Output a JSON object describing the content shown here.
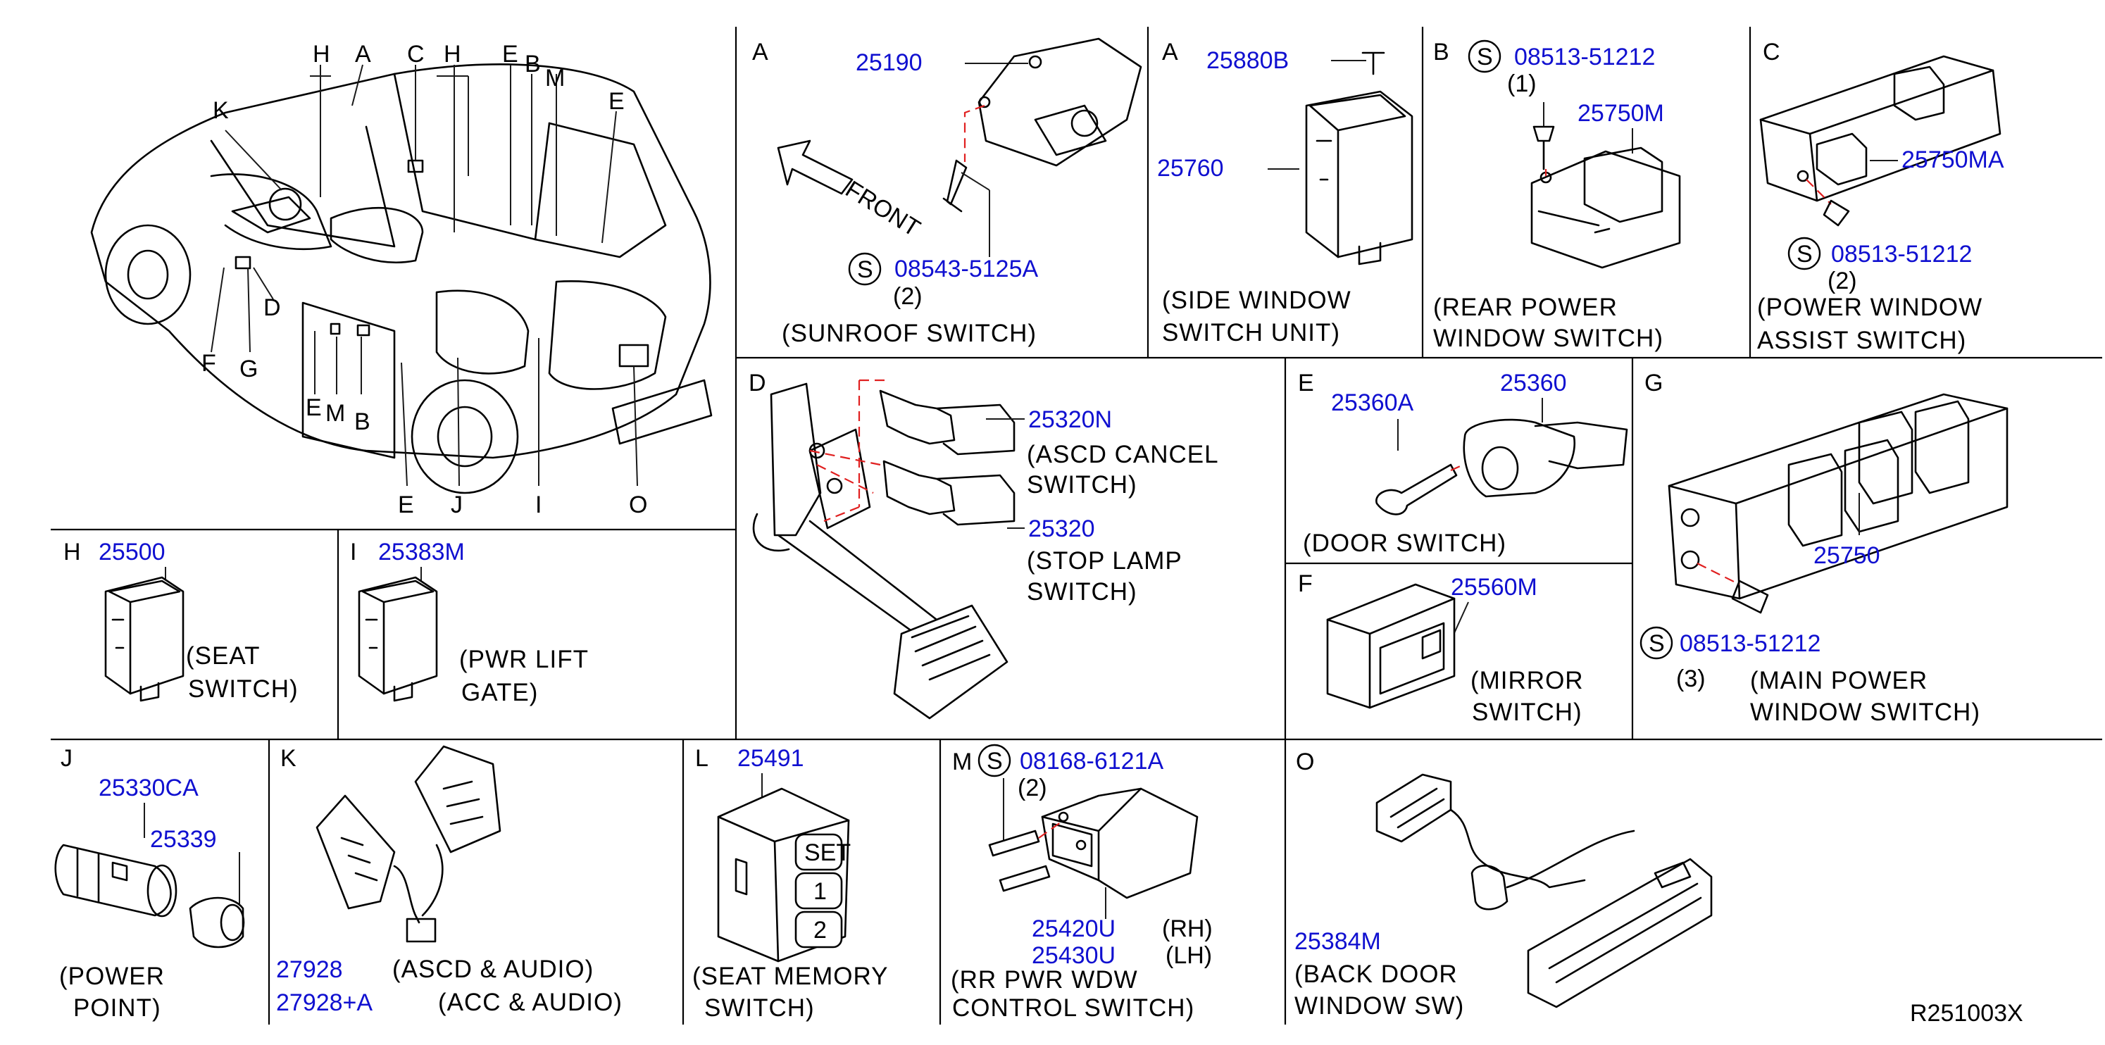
{
  "letters": {
    "A": "A",
    "B": "B",
    "C": "C",
    "D": "D",
    "E": "E",
    "F": "F",
    "G": "G",
    "H": "H",
    "I": "I",
    "J": "J",
    "K": "K",
    "L": "L",
    "M": "M",
    "O": "O",
    "S": "S"
  },
  "car_callouts": {
    "top": [
      "H",
      "A",
      "C",
      "H",
      "E",
      "B",
      "M",
      "E"
    ],
    "left": [
      "K"
    ],
    "bottom": [
      "F",
      "G",
      "D",
      "E",
      "M",
      "B",
      "E",
      "J",
      "I",
      "O"
    ]
  },
  "panels": {
    "A1": {
      "letter": "A",
      "parts": [
        "25190",
        "08543-5125A"
      ],
      "qty": "(2)",
      "front": "FRONT",
      "caption": [
        "(SUNROOF  SWITCH)"
      ]
    },
    "A2": {
      "letter": "A",
      "parts": [
        "25880B",
        "25760"
      ],
      "caption": [
        "(SIDE  WINDOW",
        "SWITCH  UNIT)"
      ]
    },
    "B": {
      "letter": "B",
      "parts": [
        "08513-51212",
        "25750M"
      ],
      "qty": "(1)",
      "caption": [
        "(REAR  POWER",
        "WINDOW  SWITCH)"
      ]
    },
    "C": {
      "letter": "C",
      "parts": [
        "25750MA",
        "08513-51212"
      ],
      "qty": "(2)",
      "caption": [
        "(POWER  WINDOW",
        "ASSIST  SWITCH)"
      ]
    },
    "D": {
      "letter": "D",
      "parts": [
        "25320N",
        "25320"
      ],
      "caption": [
        "(ASCD  CANCEL",
        "SWITCH)",
        "(STOP  LAMP",
        "SWITCH)"
      ]
    },
    "E": {
      "letter": "E",
      "parts": [
        "25360A",
        "25360"
      ],
      "caption": [
        "(DOOR  SWITCH)"
      ]
    },
    "F": {
      "letter": "F",
      "parts": [
        "25560M"
      ],
      "caption": [
        "(MIRROR",
        "SWITCH)"
      ]
    },
    "G": {
      "letter": "G",
      "parts": [
        "25750",
        "08513-51212"
      ],
      "qty": "(3)",
      "caption": [
        "(MAIN  POWER",
        "WINDOW  SWITCH)"
      ]
    },
    "H": {
      "letter": "H",
      "parts": [
        "25500"
      ],
      "caption": [
        "(SEAT",
        "SWITCH)"
      ]
    },
    "I": {
      "letter": "I",
      "parts": [
        "25383M"
      ],
      "caption": [
        "(PWR  LIFT",
        "GATE)"
      ]
    },
    "J": {
      "letter": "J",
      "parts": [
        "25330CA",
        "25339"
      ],
      "caption": [
        "(POWER",
        "POINT)"
      ]
    },
    "K": {
      "letter": "K",
      "parts": [
        "27928",
        "27928+A"
      ],
      "caption": [
        "(ASCD  &  AUDIO)",
        "(ACC  &  AUDIO)"
      ]
    },
    "L": {
      "letter": "L",
      "parts": [
        "25491"
      ],
      "keys": [
        "SET",
        "1",
        "2"
      ],
      "caption": [
        "(SEAT  MEMORY",
        "SWITCH)"
      ]
    },
    "M": {
      "letter": "M",
      "parts": [
        "08168-6121A",
        "25420U",
        "25430U"
      ],
      "qty": "(2)",
      "sides": [
        "(RH)",
        "(LH)"
      ],
      "caption": [
        "(RR  PWR  WDW",
        "CONTROL  SWITCH)"
      ]
    },
    "O": {
      "letter": "O",
      "parts": [
        "25384M"
      ],
      "caption": [
        "(BACK  DOOR",
        "WINDOW  SW)"
      ]
    }
  },
  "reference": "R251003X",
  "colors": {
    "part_number": "#1010d0",
    "leader_dash": "#e02020",
    "ink": "#000000"
  }
}
